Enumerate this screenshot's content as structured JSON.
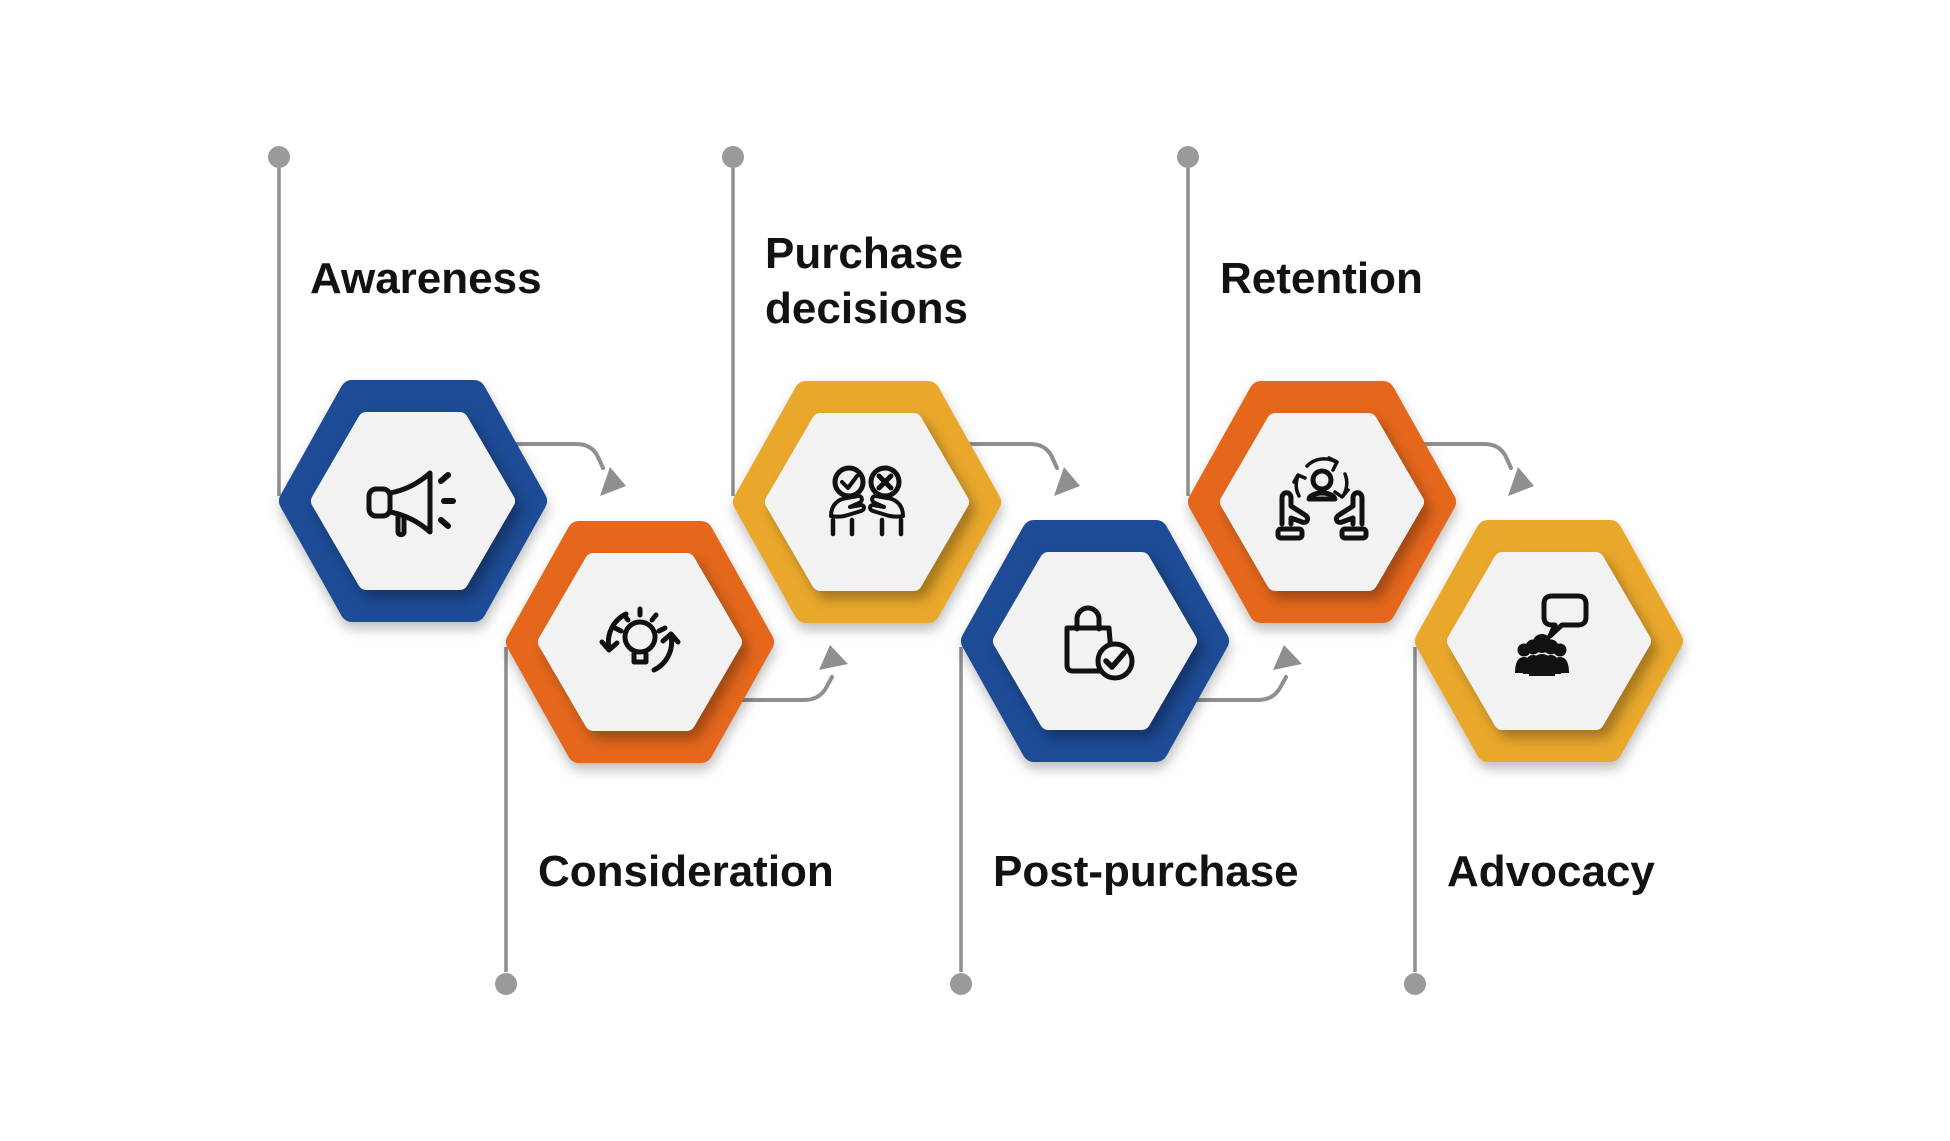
{
  "diagram": {
    "title": "",
    "type": "customer-journey-hexagon-infographic",
    "background": "#ffffff",
    "steps": [
      {
        "label": "Awareness",
        "icon": "megaphone-icon",
        "color": "#1d4b95",
        "row": "top"
      },
      {
        "label": "Consideration",
        "icon": "idea-cycle-icon",
        "color": "#e4671c",
        "row": "bottom"
      },
      {
        "label": "Purchase decisions",
        "icon": "approve-reject-hands-icon",
        "color": "#e9a82b",
        "row": "top"
      },
      {
        "label": "Post-purchase",
        "icon": "shopping-bag-check-icon",
        "color": "#1d4b95",
        "row": "bottom"
      },
      {
        "label": "Retention",
        "icon": "customer-care-icon",
        "color": "#e4671c",
        "row": "top"
      },
      {
        "label": "Advocacy",
        "icon": "advocacy-people-speech-icon",
        "color": "#e9a82b",
        "row": "bottom"
      }
    ],
    "colors": {
      "blue": "#1d4b95",
      "orange": "#e4671c",
      "gold": "#e9a82b",
      "connector_gray": "#8f8f8f",
      "dot_gray": "#9a9a9a",
      "hex_inner_fill": "#f2f2f3",
      "icon_black": "#111111",
      "label_text": "#121212"
    }
  }
}
